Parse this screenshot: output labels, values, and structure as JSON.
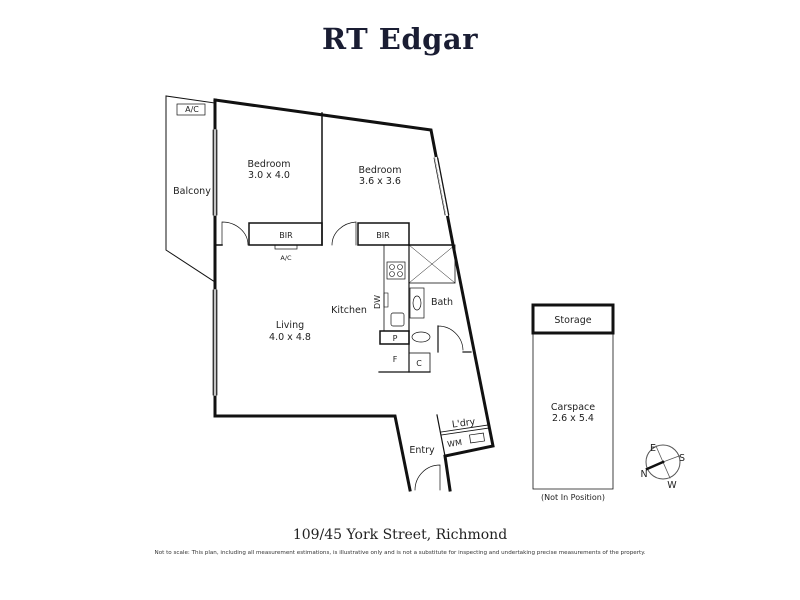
{
  "brand": "RT Edgar",
  "rooms": {
    "balcony": "Balcony",
    "bedroom1": {
      "name": "Bedroom",
      "size": "3.0 x 4.0"
    },
    "bedroom2": {
      "name": "Bedroom",
      "size": "3.6 x 3.6"
    },
    "bir1": "BIR",
    "bir2": "BIR",
    "living": {
      "name": "Living",
      "size": "4.0 x 4.8"
    },
    "kitchen": "Kitchen",
    "bath": "Bath",
    "laundry": "L'dry",
    "entry": "Entry",
    "storage": "Storage",
    "carspace": {
      "name": "Carspace",
      "size": "2.6 x 5.4",
      "note": "(Not In Position)"
    }
  },
  "fixtures": {
    "ac_balcony": "A/C",
    "ac_living": "A/C",
    "dishwasher": "DW",
    "pantry": "P",
    "fridge": "F",
    "cupboard": "C",
    "washing_machine": "WM"
  },
  "compass": {
    "n": "N",
    "e": "E",
    "s": "S",
    "w": "W"
  },
  "address": "109/45 York Street, Richmond",
  "disclaimer": "Not to scale: This plan, including all measurement estimations, is illustrative only and is not a substitute for inspecting and undertaking precise measurements of the property."
}
